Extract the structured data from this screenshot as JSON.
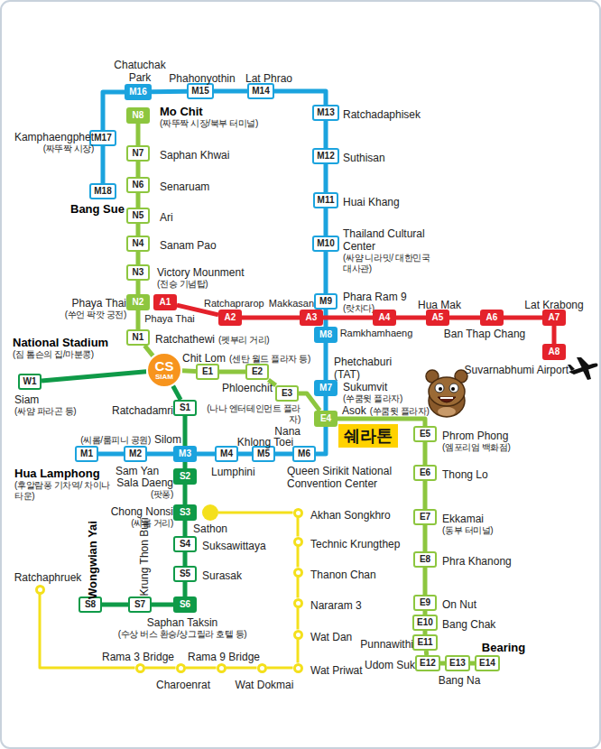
{
  "diagram": {
    "nodes": [
      {
        "text": [
          "M16",
          "Chatuchak Park"
        ]
      },
      {
        "text": [
          "M15",
          "Phahonyothin"
        ]
      },
      {
        "text": [
          "M14",
          "Lat Phrao"
        ]
      },
      {
        "text": [
          "M13",
          "Ratchadaphisek"
        ]
      },
      {
        "text": [
          "M12",
          "Suthisan"
        ]
      },
      {
        "text": [
          "M11",
          "Huai Khang"
        ]
      },
      {
        "text": [
          "M10",
          "Thailand Cultural Center",
          "(싸얌 니라밋/ 대한민국 대사관)"
        ]
      },
      {
        "text": [
          "M9",
          "Phara Ram 9",
          "(랏차다)"
        ]
      },
      {
        "text": [
          "M8",
          "Phetchaburi",
          "(TAT)"
        ]
      },
      {
        "text": [
          "M7",
          "Sukumvit",
          "(쑤쿰윗 플라자)"
        ]
      },
      {
        "text": [
          "M6",
          "Queen Sirikit National Convention Center"
        ]
      },
      {
        "text": [
          "M5",
          "Khlong Toei"
        ]
      },
      {
        "text": [
          "M4",
          "Lumphini"
        ]
      },
      {
        "text": [
          "M3",
          "(씨롬/룸피니 공원)",
          "Silom"
        ]
      },
      {
        "text": [
          "M2",
          "Sam Yan"
        ]
      },
      {
        "text": [
          "M1",
          "Hua Lamphong",
          "(후알람퐁 기차역/ 차이나타운)"
        ]
      },
      {
        "text": [
          "M17",
          "Kamphaengphet",
          "(짜뚜짝 시장)"
        ]
      },
      {
        "text": [
          "M18",
          "Bang Sue"
        ]
      },
      {
        "text": [
          "N8",
          "Mo Chit",
          "(짜뚜짝 시장/북부 터미널)"
        ]
      },
      {
        "text": [
          "N7",
          "Saphan Khwai"
        ]
      },
      {
        "text": [
          "N6",
          "Senaruam"
        ]
      },
      {
        "text": [
          "N5",
          "Ari"
        ]
      },
      {
        "text": [
          "N4",
          "Sanam Pao"
        ]
      },
      {
        "text": [
          "N3",
          "Victory Mounment",
          "(전승 기념탑)"
        ]
      },
      {
        "text": [
          "N2",
          "Phaya Thai",
          "(쑤언 팍깟 궁전)"
        ]
      },
      {
        "text": [
          "N1",
          "Ratchathewi",
          "(펫부리 거리)"
        ]
      },
      {
        "text": [
          "CS",
          "SIAM",
          "Siam",
          "(싸얌 파라곤 등)"
        ]
      },
      {
        "text": [
          "W1",
          "National Stadium",
          "(짐 톰슨의 집/마분콩)"
        ]
      },
      {
        "text": [
          "E1",
          "Chit Lom",
          "(센탄 월드 플라자 등)"
        ]
      },
      {
        "text": [
          "E2",
          "Phloenchit"
        ]
      },
      {
        "text": [
          "E3",
          "(나나 엔터테인먼트 플라자)",
          "Nana"
        ]
      },
      {
        "text": [
          "E4",
          "Asok",
          "(쑤쿰윗 플라자)"
        ]
      },
      {
        "text": [
          "E5",
          "Phrom Phong",
          "(엠포리엄 백화점)"
        ]
      },
      {
        "text": [
          "E6",
          "Thong Lo"
        ]
      },
      {
        "text": [
          "E7",
          "Ekkamai",
          "(동부 터미널)"
        ]
      },
      {
        "text": [
          "E8",
          "Phra Khanong"
        ]
      },
      {
        "text": [
          "E9",
          "On Nut"
        ]
      },
      {
        "text": [
          "E10",
          "Bang Chak"
        ]
      },
      {
        "text": [
          "E11",
          "Punnawithi"
        ]
      },
      {
        "text": [
          "E12",
          "Udom Suk"
        ]
      },
      {
        "text": [
          "E13",
          "Bang Na"
        ]
      },
      {
        "text": [
          "E14",
          "Bearing"
        ]
      },
      {
        "text": [
          "S1",
          "Ratchadamri"
        ]
      },
      {
        "text": [
          "S2",
          "Sala Daeng",
          "(팟퐁)"
        ]
      },
      {
        "text": [
          "S3",
          "Chong Nonsi",
          "(씨롬 거리)"
        ]
      },
      {
        "text": [
          "S4",
          "Suksawittaya"
        ]
      },
      {
        "text": [
          "S5",
          "Surasak"
        ]
      },
      {
        "text": [
          "S6",
          "Saphan Taksin",
          "(수상 버스 환승/샹그릴라 호텔 등)"
        ]
      },
      {
        "text": [
          "S7",
          "Krung Thon Buri"
        ]
      },
      {
        "text": [
          "S8",
          "Wongwian Yai"
        ]
      },
      {
        "text": [
          "A1",
          "Phaya Thai"
        ]
      },
      {
        "text": [
          "A2",
          "Ratchaprarop"
        ]
      },
      {
        "text": [
          "A3",
          "Makkasan"
        ]
      },
      {
        "text": [
          "A4",
          "Ramkhamhaeng"
        ]
      },
      {
        "text": [
          "A5",
          "Hua Mak"
        ]
      },
      {
        "text": [
          "A6",
          "Ban Thap Chang"
        ]
      },
      {
        "text": [
          "A7",
          "Lat Krabong"
        ]
      },
      {
        "text": [
          "A8",
          "Suvarnabhumi Airport"
        ]
      },
      {
        "text": [
          "Sathon"
        ]
      },
      {
        "text": [
          "Akhan Songkhro"
        ]
      },
      {
        "text": [
          "Technic Krungthep"
        ]
      },
      {
        "text": [
          "Thanon Chan"
        ]
      },
      {
        "text": [
          "Nararam 3"
        ]
      },
      {
        "text": [
          "Wat Dan"
        ]
      },
      {
        "text": [
          "Wat Priwat"
        ]
      },
      {
        "text": [
          "Wat Dokmai"
        ]
      },
      {
        "text": [
          "Rama 9 Bridge"
        ]
      },
      {
        "text": [
          "Charoenrat"
        ]
      },
      {
        "text": [
          "Rama 3 Bridge"
        ]
      },
      {
        "text": [
          "Ratchaphruek"
        ]
      },
      {
        "text": [
          "쉐라톤"
        ]
      }
    ],
    "edges": [
      {
        "from": 0,
        "to": 1,
        "arrow": "none"
      },
      {
        "from": 1,
        "to": 2,
        "arrow": "none"
      },
      {
        "from": 2,
        "to": 3,
        "arrow": "none"
      },
      {
        "from": 3,
        "to": 4,
        "arrow": "none"
      },
      {
        "from": 4,
        "to": 5,
        "arrow": "none"
      },
      {
        "from": 5,
        "to": 6,
        "arrow": "none"
      },
      {
        "from": 6,
        "to": 7,
        "arrow": "none"
      },
      {
        "from": 7,
        "to": 8,
        "arrow": "none"
      },
      {
        "from": 8,
        "to": 9,
        "arrow": "none"
      },
      {
        "from": 9,
        "to": 10,
        "arrow": "none"
      },
      {
        "from": 10,
        "to": 11,
        "arrow": "none"
      },
      {
        "from": 11,
        "to": 12,
        "arrow": "none"
      },
      {
        "from": 12,
        "to": 13,
        "arrow": "none"
      },
      {
        "from": 13,
        "to": 14,
        "arrow": "none"
      },
      {
        "from": 14,
        "to": 15,
        "arrow": "none"
      },
      {
        "from": 0,
        "to": 16,
        "arrow": "none"
      },
      {
        "from": 16,
        "to": 17,
        "arrow": "none"
      },
      {
        "from": 18,
        "to": 19,
        "arrow": "none"
      },
      {
        "from": 19,
        "to": 20,
        "arrow": "none"
      },
      {
        "from": 20,
        "to": 21,
        "arrow": "none"
      },
      {
        "from": 21,
        "to": 22,
        "arrow": "none"
      },
      {
        "from": 22,
        "to": 23,
        "arrow": "none"
      },
      {
        "from": 23,
        "to": 24,
        "arrow": "none"
      },
      {
        "from": 24,
        "to": 25,
        "arrow": "none"
      },
      {
        "from": 25,
        "to": 26,
        "arrow": "none"
      },
      {
        "from": 28,
        "to": 26,
        "arrow": "none"
      },
      {
        "from": 28,
        "to": 29,
        "arrow": "none"
      },
      {
        "from": 29,
        "to": 30,
        "arrow": "none"
      },
      {
        "from": 30,
        "to": 31,
        "arrow": "none"
      },
      {
        "from": 31,
        "to": 32,
        "arrow": "none"
      },
      {
        "from": 32,
        "to": 33,
        "arrow": "none"
      },
      {
        "from": 33,
        "to": 34,
        "arrow": "none"
      },
      {
        "from": 34,
        "to": 35,
        "arrow": "none"
      },
      {
        "from": 35,
        "to": 36,
        "arrow": "none"
      },
      {
        "from": 36,
        "to": 37,
        "arrow": "none"
      },
      {
        "from": 37,
        "to": 38,
        "arrow": "none"
      },
      {
        "from": 38,
        "to": 39,
        "arrow": "none"
      },
      {
        "from": 39,
        "to": 40,
        "arrow": "none"
      },
      {
        "from": 40,
        "to": 41,
        "arrow": "none"
      },
      {
        "from": 27,
        "to": 26,
        "arrow": "none"
      },
      {
        "from": 42,
        "to": 26,
        "arrow": "none"
      },
      {
        "from": 42,
        "to": 13,
        "arrow": "none"
      },
      {
        "from": 43,
        "to": 13,
        "arrow": "none"
      },
      {
        "from": 43,
        "to": 44,
        "arrow": "none"
      },
      {
        "from": 44,
        "to": 45,
        "arrow": "none"
      },
      {
        "from": 45,
        "to": 46,
        "arrow": "none"
      },
      {
        "from": 46,
        "to": 47,
        "arrow": "none"
      },
      {
        "from": 47,
        "to": 48,
        "arrow": "none"
      },
      {
        "from": 48,
        "to": 49,
        "arrow": "none"
      },
      {
        "from": 50,
        "to": 51,
        "arrow": "none"
      },
      {
        "from": 51,
        "to": 52,
        "arrow": "none"
      },
      {
        "from": 52,
        "to": 53,
        "arrow": "none"
      },
      {
        "from": 53,
        "to": 54,
        "arrow": "none"
      },
      {
        "from": 54,
        "to": 55,
        "arrow": "none"
      },
      {
        "from": 55,
        "to": 56,
        "arrow": "none"
      },
      {
        "from": 56,
        "to": 57,
        "arrow": "none"
      },
      {
        "from": 58,
        "to": 59,
        "arrow": "none"
      },
      {
        "from": 59,
        "to": 60,
        "arrow": "none"
      },
      {
        "from": 60,
        "to": 61,
        "arrow": "none"
      },
      {
        "from": 61,
        "to": 62,
        "arrow": "none"
      },
      {
        "from": 62,
        "to": 63,
        "arrow": "none"
      },
      {
        "from": 63,
        "to": 64,
        "arrow": "none"
      },
      {
        "from": 64,
        "to": 65,
        "arrow": "none"
      },
      {
        "from": 65,
        "to": 66,
        "arrow": "none"
      },
      {
        "from": 66,
        "to": 67,
        "arrow": "none"
      },
      {
        "from": 67,
        "to": 68,
        "arrow": "none"
      },
      {
        "from": 68,
        "to": 69,
        "arrow": "none"
      }
    ]
  }
}
